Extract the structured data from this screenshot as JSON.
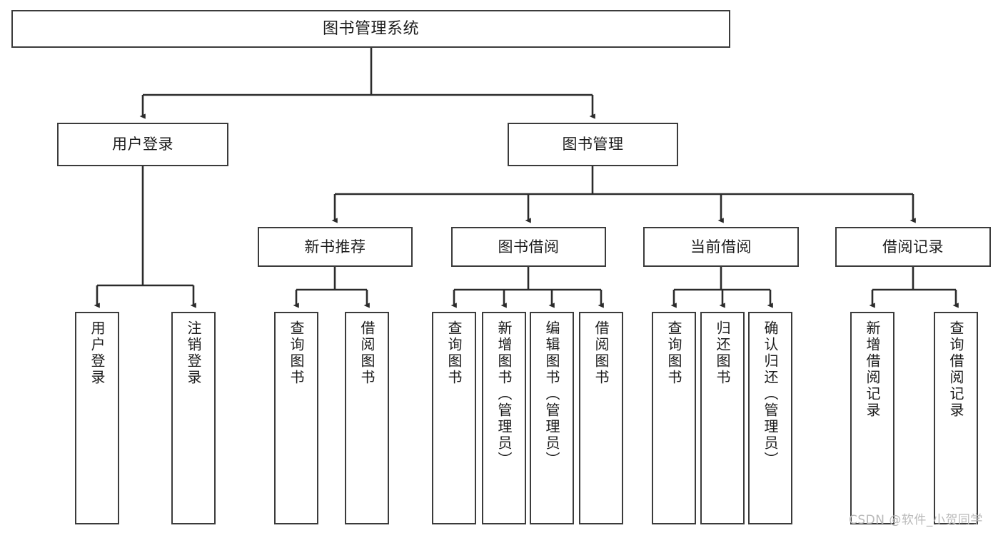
{
  "diagram": {
    "title": "图书管理系统",
    "type": "tree-hierarchy-chart",
    "orientation": "top-down",
    "colors": {
      "box_border": "#3b3b3b",
      "box_fill": "#ffffff",
      "connector": "#2b2b2b",
      "text": "#1c1c1c",
      "watermark": "#b9b9b9"
    }
  },
  "watermark": {
    "text": "CSDN @软件_小贺同学"
  },
  "nodes": {
    "root": {
      "label": "图书管理系统"
    },
    "level2": [
      {
        "id": "user-login",
        "label": "用户登录"
      },
      {
        "id": "book-management",
        "label": "图书管理"
      }
    ],
    "level3": [
      {
        "id": "new-book-recommend",
        "label": "新书推荐"
      },
      {
        "id": "book-borrow",
        "label": "图书借阅"
      },
      {
        "id": "current-borrow",
        "label": "当前借阅"
      },
      {
        "id": "borrow-record",
        "label": "借阅记录"
      }
    ],
    "leaves": {
      "user_login": [
        {
          "id": "leaf-user-login",
          "label": "用户登录"
        },
        {
          "id": "leaf-logout-login",
          "label": "注销登录"
        }
      ],
      "new_book_recommend": [
        {
          "id": "leaf-query-book-1",
          "label": "查询图书"
        },
        {
          "id": "leaf-borrow-book-1",
          "label": "借阅图书"
        }
      ],
      "book_borrow": [
        {
          "id": "leaf-query-book-2",
          "label": "查询图书"
        },
        {
          "id": "leaf-add-book",
          "label": "新增图书（管理员）"
        },
        {
          "id": "leaf-edit-book",
          "label": "编辑图书（管理员）"
        },
        {
          "id": "leaf-borrow-book-2",
          "label": "借阅图书"
        }
      ],
      "current_borrow": [
        {
          "id": "leaf-query-book-3",
          "label": "查询图书"
        },
        {
          "id": "leaf-return-book",
          "label": "归还图书"
        },
        {
          "id": "leaf-confirm-return",
          "label": "确认归还（管理员）"
        }
      ],
      "borrow_record": [
        {
          "id": "leaf-add-record",
          "label": "新增借阅记录"
        },
        {
          "id": "leaf-query-record",
          "label": "查询借阅记录"
        }
      ]
    }
  }
}
